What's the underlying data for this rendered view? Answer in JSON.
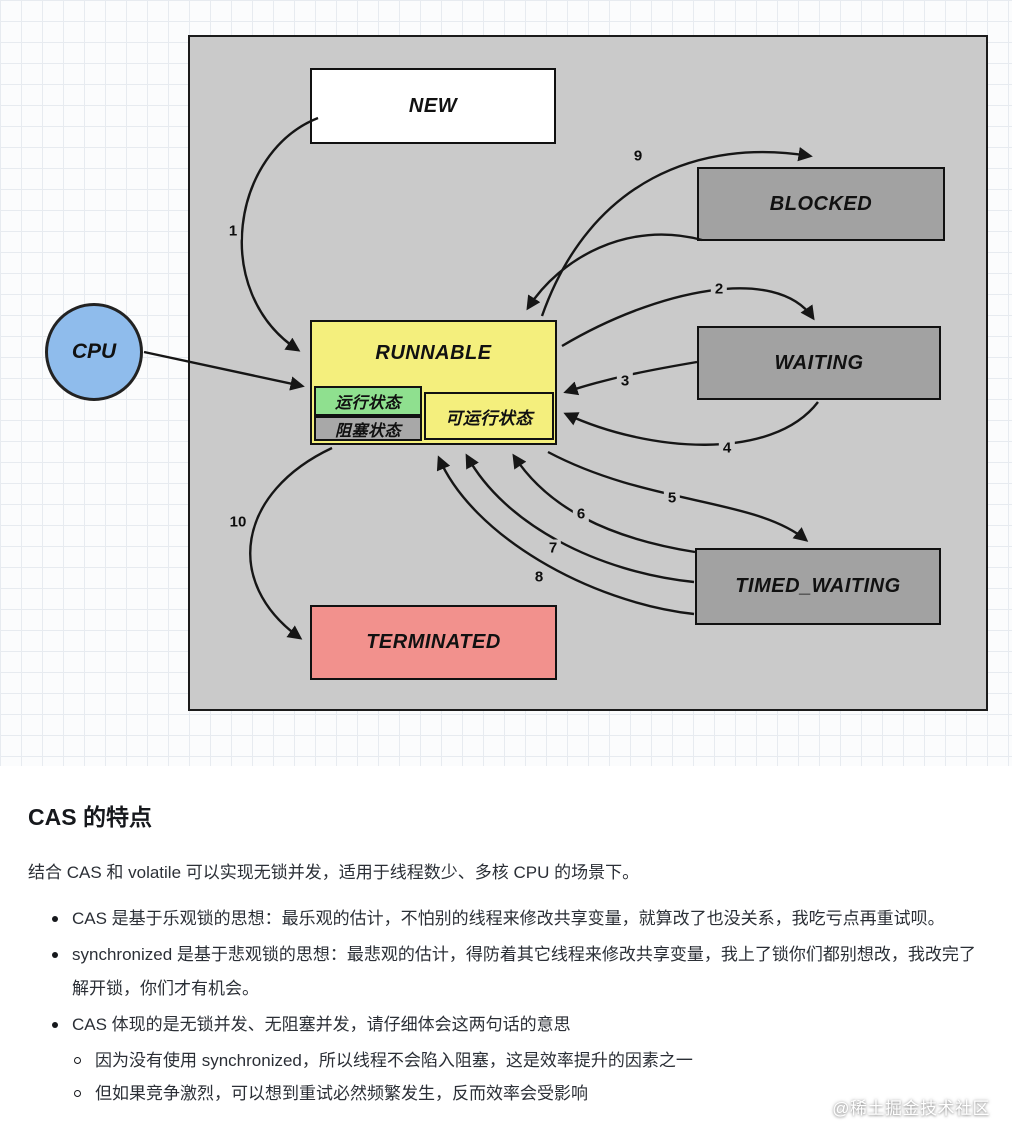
{
  "diagram": {
    "nodes": {
      "new": "NEW",
      "blocked": "BLOCKED",
      "runnable": "RUNNABLE",
      "waiting": "WAITING",
      "timed_waiting": "TIMED_WAITING",
      "terminated": "TERMINATED",
      "cpu": "CPU",
      "substate_running": "运行状态",
      "substate_blocked": "阻塞状态",
      "substate_ready": "可运行状态"
    },
    "transition_labels": [
      "1",
      "2",
      "3",
      "4",
      "5",
      "6",
      "7",
      "8",
      "9",
      "10"
    ],
    "colors": {
      "diagram_bg": "#cacaca",
      "gray_state": "#a2a2a2",
      "runnable_yellow": "#f4ef7d",
      "running_green": "#8fe08f",
      "blocked_gray": "#a8a8a8",
      "terminated_red": "#f2918d",
      "cpu_blue": "#8fbcec"
    }
  },
  "article": {
    "heading": "CAS 的特点",
    "intro": "结合 CAS 和 volatile 可以实现无锁并发，适用于线程数少、多核 CPU 的场景下。",
    "bullets": [
      "CAS 是基于乐观锁的思想：最乐观的估计，不怕别的线程来修改共享变量，就算改了也没关系，我吃亏点再重试呗。",
      "synchronized 是基于悲观锁的思想：最悲观的估计，得防着其它线程来修改共享变量，我上了锁你们都别想改，我改完了解开锁，你们才有机会。",
      "CAS 体现的是无锁并发、无阻塞并发，请仔细体会这两句话的意思"
    ],
    "sub_bullets": [
      "因为没有使用 synchronized，所以线程不会陷入阻塞，这是效率提升的因素之一",
      "但如果竞争激烈，可以想到重试必然频繁发生，反而效率会受影响"
    ]
  },
  "watermark": "@稀土掘金技术社区"
}
